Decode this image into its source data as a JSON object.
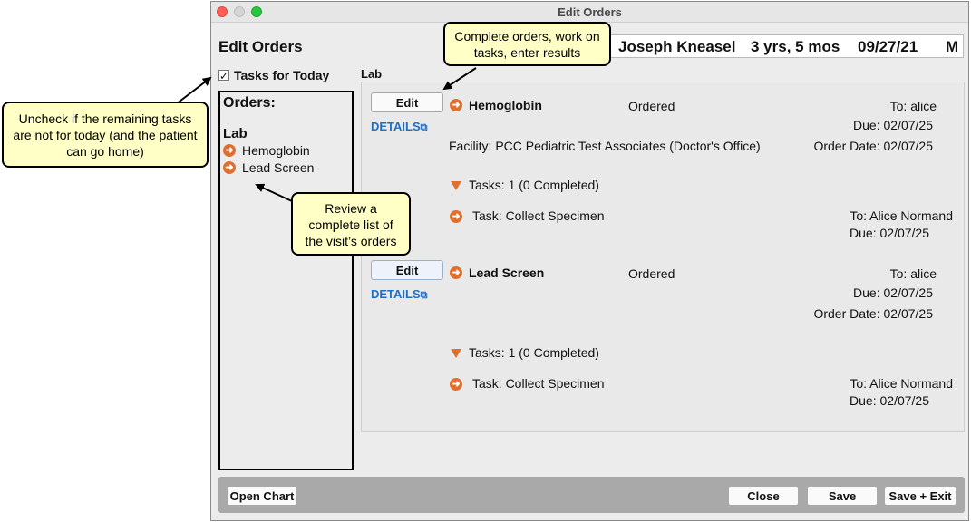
{
  "window": {
    "title": "Edit Orders"
  },
  "page_title": "Edit Orders",
  "patient": {
    "name": "Joseph Kneasel",
    "age": "3 yrs, 5 mos",
    "date": "09/27/21",
    "sex": "M"
  },
  "tasks_today": {
    "checked_mark": "✓",
    "label": "Tasks for Today"
  },
  "orders_panel": {
    "heading": "Orders:",
    "group": "Lab",
    "items": [
      "Hemoglobin",
      "Lead Screen"
    ]
  },
  "section_label": "Lab",
  "orders": [
    {
      "edit_label": "Edit",
      "details_label": "DETAILS",
      "name": "Hemoglobin",
      "status": "Ordered",
      "to": "To: alice",
      "due": "Due: 02/07/25",
      "facility": "Facility: PCC Pediatric Test Associates (Doctor's Office)",
      "order_date": "Order Date: 02/07/25",
      "tasks_summary": "Tasks: 1 (0 Completed)",
      "task": {
        "name": "Task: Collect Specimen",
        "to": "To: Alice Normand",
        "due": "Due: 02/07/25"
      }
    },
    {
      "edit_label": "Edit",
      "details_label": "DETAILS",
      "name": "Lead Screen",
      "status": "Ordered",
      "to": "To: alice",
      "due": "Due: 02/07/25",
      "order_date": "Order Date: 02/07/25",
      "tasks_summary": "Tasks: 1 (0 Completed)",
      "task": {
        "name": "Task: Collect Specimen",
        "to": "To: Alice Normand",
        "due": "Due: 02/07/25"
      }
    }
  ],
  "buttons": {
    "open_chart": "Open Chart",
    "close": "Close",
    "save": "Save",
    "save_exit": "Save + Exit"
  },
  "callouts": {
    "uncheck": "Uncheck if the remaining tasks are not for today (and the patient can go home)",
    "complete": "Complete orders, work on tasks, enter results",
    "review": "Review a complete list of the visit’s orders"
  },
  "colors": {
    "accent_orange": "#e07030",
    "link_blue": "#1f6fc8",
    "callout_fill": "#ffffc6"
  }
}
